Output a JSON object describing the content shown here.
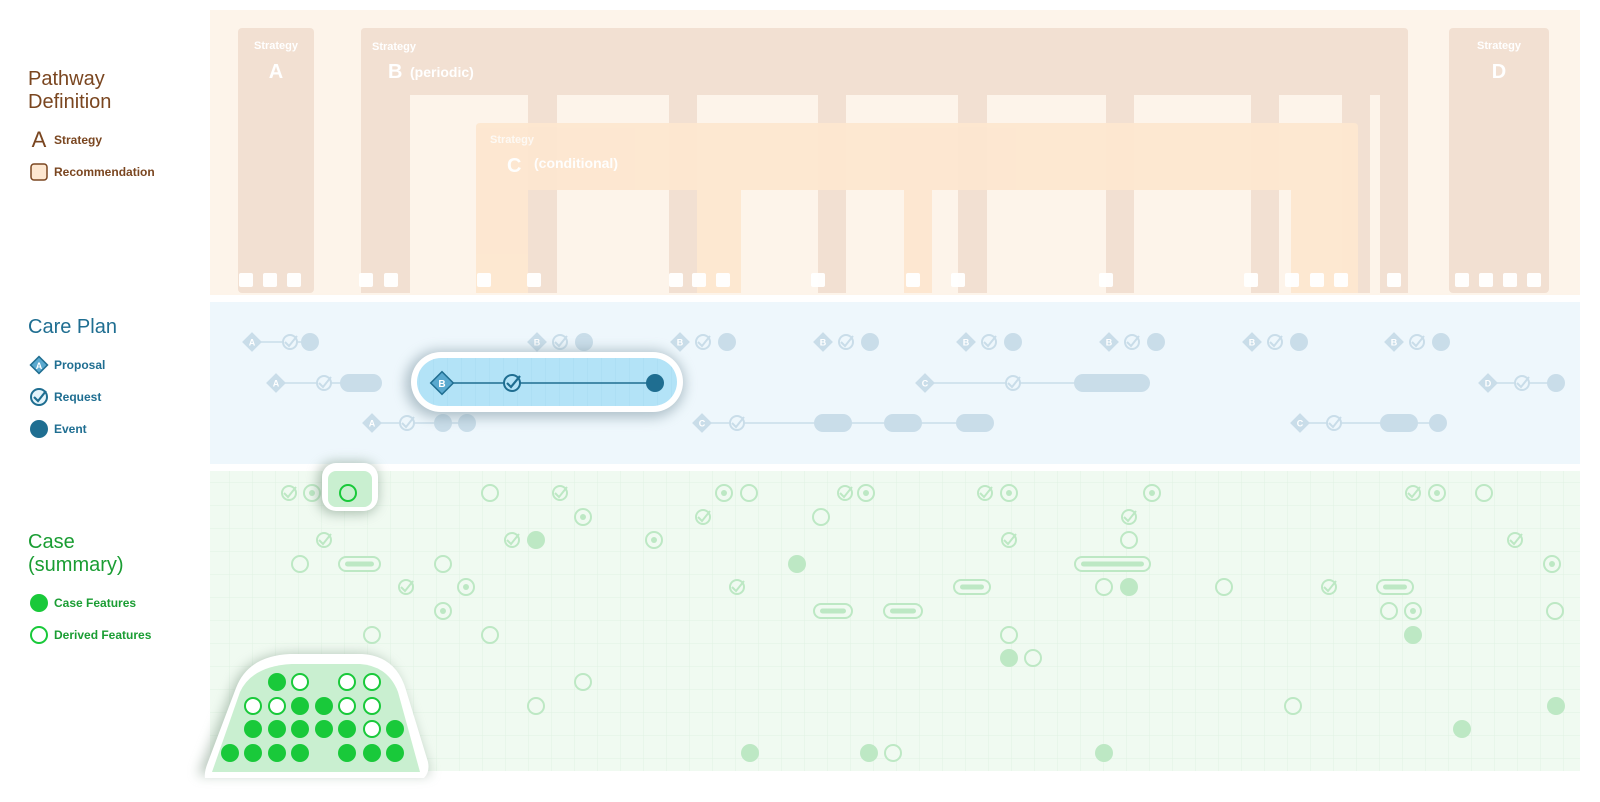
{
  "legend": {
    "pathway": {
      "title": "Pathway Definition",
      "strategy_glyph": "A",
      "strategy_label": "Strategy",
      "recommendation_label": "Recommendation",
      "color": "#7a4620"
    },
    "careplan": {
      "title": "Care Plan",
      "proposal_glyph": "A",
      "proposal_label": "Proposal",
      "request_label": "Request",
      "event_label": "Event",
      "color": "#1f6e91"
    },
    "case": {
      "title": "Case (summary)",
      "case_features_label": "Case Features",
      "derived_features_label": "Derived Features",
      "color": "#1a9d33"
    }
  },
  "pathway": {
    "strategy_label": "Strategy",
    "strategies": [
      {
        "letter": "A",
        "suffix": ""
      },
      {
        "letter": "B",
        "suffix": "(periodic)"
      },
      {
        "letter": "C",
        "suffix": "(conditional)"
      },
      {
        "letter": "D",
        "suffix": ""
      }
    ]
  },
  "careplan": {
    "highlight": {
      "proposal_glyph": "B"
    },
    "proposal_glyphs": [
      "A",
      "B",
      "B",
      "B",
      "B",
      "B",
      "B",
      "B",
      "A",
      "C",
      "D",
      "A",
      "C",
      "C"
    ]
  },
  "colors": {
    "pathway_panel": "#fdf4ea",
    "strategy_fill": "#f2e0d2",
    "conditional_fill": "#fde7d0",
    "careplan_panel": "#eef7fc",
    "careplan_faded": "#c9dde9",
    "careplan_accent": "#1f6e91",
    "highlight_fill": "#b3e3f7",
    "case_panel": "#f0faf1",
    "case_faded": "#bde8c4",
    "case_accent": "#19c93a"
  }
}
